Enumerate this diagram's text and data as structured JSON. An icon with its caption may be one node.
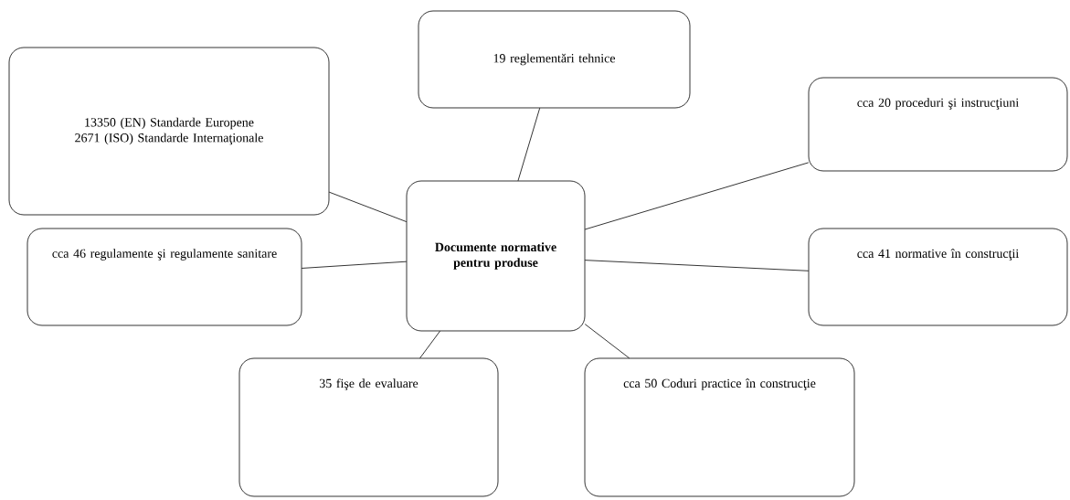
{
  "diagram": {
    "nodes": [
      {
        "text": [
          "Documente normative pentru produse"
        ]
      },
      {
        "text": [
          "13350 (EN) Standarde Europene",
          "2671 (ISO) Standarde Internaţionale"
        ]
      },
      {
        "text": [
          "19 reglementări tehnice"
        ]
      },
      {
        "text": [
          "cca 20 proceduri şi instrucţiuni"
        ]
      },
      {
        "text": [
          "cca 46 regulamente şi regulamente sanitare"
        ]
      },
      {
        "text": [
          "cca 41 normative în construcţii"
        ]
      },
      {
        "text": [
          "35 fişe  de evaluare"
        ]
      },
      {
        "text": [
          "cca 50 Coduri practice în construcţie"
        ]
      }
    ],
    "edges": [
      {
        "from": 0,
        "to": 1,
        "arrow": "none"
      },
      {
        "from": 0,
        "to": 2,
        "arrow": "none"
      },
      {
        "from": 0,
        "to": 3,
        "arrow": "none"
      },
      {
        "from": 0,
        "to": 4,
        "arrow": "none"
      },
      {
        "from": 0,
        "to": 5,
        "arrow": "none"
      },
      {
        "from": 0,
        "to": 6,
        "arrow": "none"
      },
      {
        "from": 0,
        "to": 7,
        "arrow": "none"
      }
    ]
  }
}
